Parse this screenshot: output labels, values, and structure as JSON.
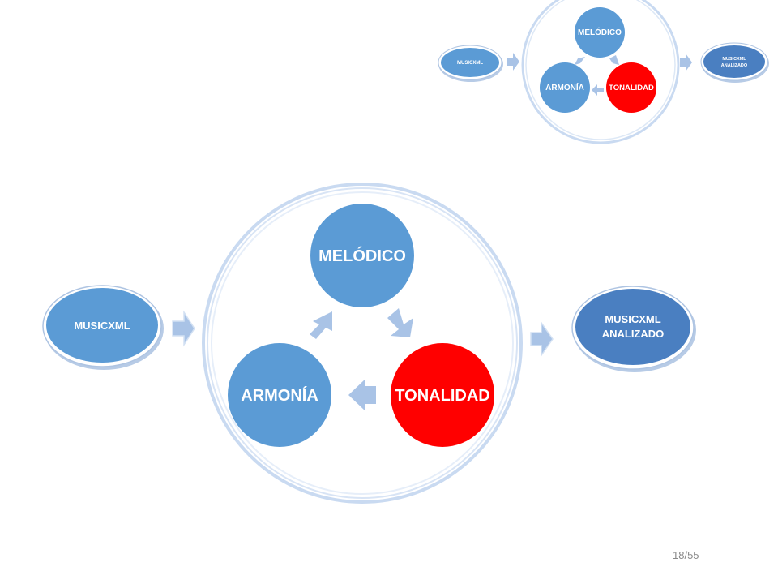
{
  "main": {
    "input": "MUSICXML",
    "cycle": [
      "MELÓDICO",
      "TONALIDAD",
      "ARMONÍA"
    ],
    "output_line1": "MUSICXML",
    "output_line2": "ANALIZADO"
  },
  "thumbnail": {
    "input": "MUSICXML",
    "cycle": [
      "MELÓDICO",
      "TONALIDAD",
      "ARMONÍA"
    ],
    "output_line1": "MUSICXML",
    "output_line2": "ANALIZADO"
  },
  "page": {
    "number": "18/55"
  },
  "colors": {
    "blue_node": "#5b9bd5",
    "red_node": "#ff0000",
    "dark_blue_node": "#4a7fc1",
    "ring": "#c9daf1",
    "arrow": "#a9c3e6"
  }
}
